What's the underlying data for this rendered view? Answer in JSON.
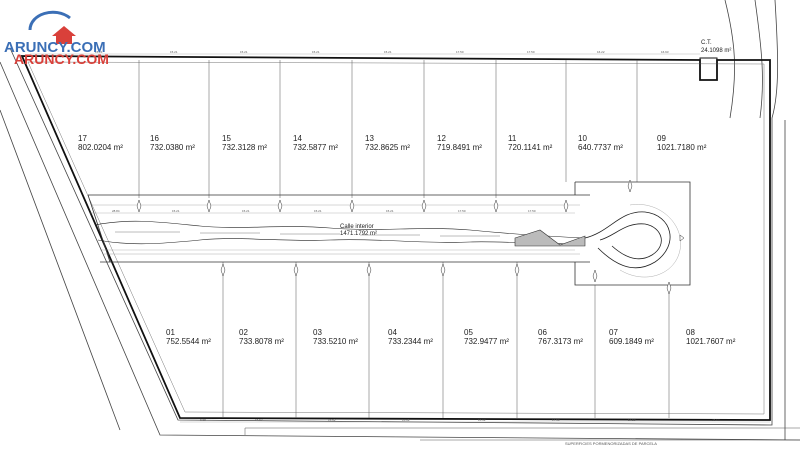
{
  "watermark": {
    "line1": "ARUNCY.COM",
    "line2": "ARUNCY.COM",
    "colors": {
      "blue": "#3b6fb6",
      "red": "#d9403a"
    }
  },
  "title": "SUPERFICIES PORMENORIZADAS DE PARCELA",
  "ct": {
    "name": "C.T.",
    "area": "24.1098 m²"
  },
  "street": {
    "name": "Calle interior",
    "area": "1471.1792 m²"
  },
  "parcels_top": [
    {
      "id": "17",
      "area": "802.0204 m²"
    },
    {
      "id": "16",
      "area": "732.0380 m²"
    },
    {
      "id": "15",
      "area": "732.3128 m²"
    },
    {
      "id": "14",
      "area": "732.5877 m²"
    },
    {
      "id": "13",
      "area": "732.8625 m²"
    },
    {
      "id": "12",
      "area": "719.8491 m²"
    },
    {
      "id": "11",
      "area": "720.1141 m²"
    },
    {
      "id": "10",
      "area": "640.7737 m²"
    },
    {
      "id": "09",
      "area": "1021.7180 m²"
    }
  ],
  "parcels_bottom": [
    {
      "id": "01",
      "area": "752.5544 m²"
    },
    {
      "id": "02",
      "area": "733.8078 m²"
    },
    {
      "id": "03",
      "area": "733.5210 m²"
    },
    {
      "id": "04",
      "area": "733.2344 m²"
    },
    {
      "id": "05",
      "area": "732.9477 m²"
    },
    {
      "id": "06",
      "area": "767.3173 m²"
    },
    {
      "id": "07",
      "area": "609.1849 m²"
    },
    {
      "id": "08",
      "area": "1021.7607 m²"
    }
  ],
  "dims_top": [
    "15.21",
    "15.21",
    "15.21",
    "15.21",
    "15.21",
    "17.50",
    "17.50",
    "16.22",
    "16.93"
  ],
  "dims_bottom": [
    "9.98",
    "15.62",
    "15.62",
    "15.62",
    "15.62",
    "17.50",
    "17.50",
    "28.63"
  ],
  "dims_street": [
    "28.84",
    "15.21",
    "15.21",
    "15.21",
    "15.21",
    "17.50",
    "17.50"
  ],
  "line_color": "#333333"
}
